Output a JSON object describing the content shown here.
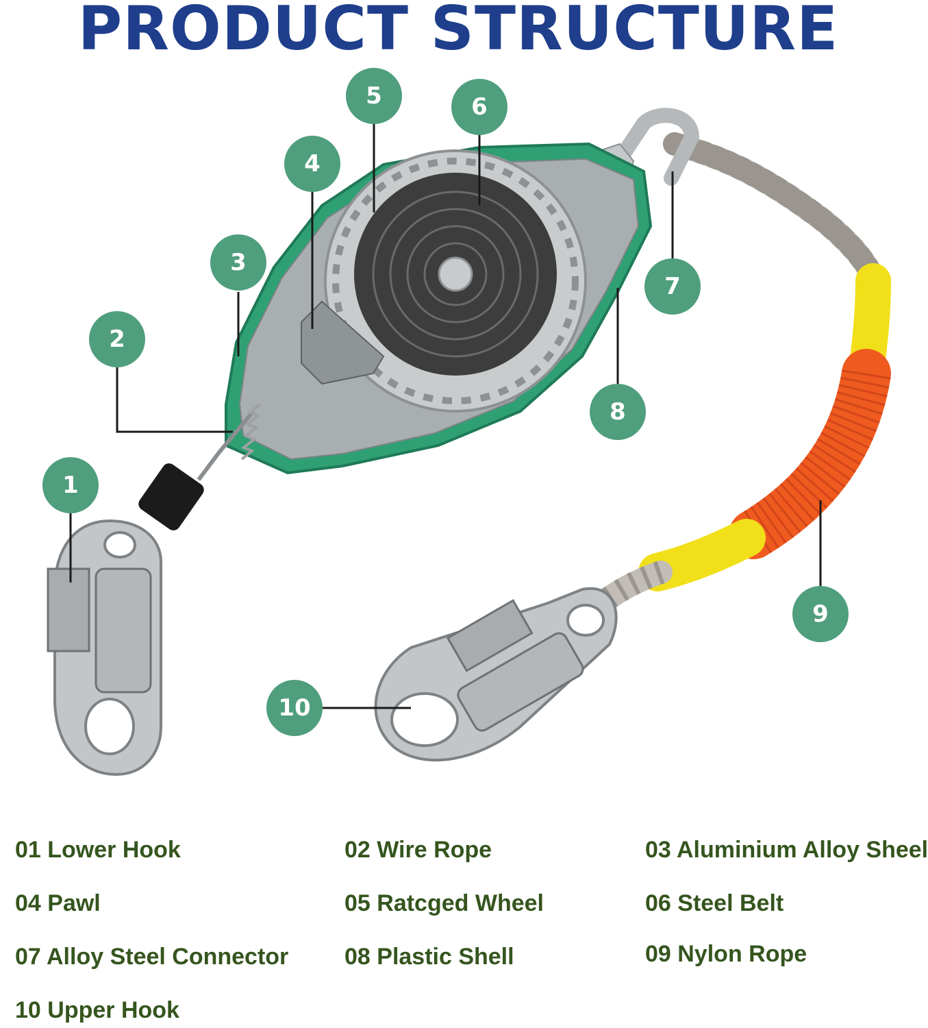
{
  "title": "PRODUCT STRUCTURE",
  "colors": {
    "title": "#1f3e8c",
    "badge": "#4f9e7d",
    "legend_text": "#35551e",
    "plastic_shell": "#2fa074",
    "aluminium": "#a9aeb0",
    "rope": "#c2bdb6",
    "rope_sleeve_yellow": "#f1df1a",
    "rope_sleeve_orange": "#ef5a1f"
  },
  "callouts": [
    {
      "number": "1"
    },
    {
      "number": "2"
    },
    {
      "number": "3"
    },
    {
      "number": "4"
    },
    {
      "number": "5"
    },
    {
      "number": "6"
    },
    {
      "number": "7"
    },
    {
      "number": "8"
    },
    {
      "number": "9"
    },
    {
      "number": "10"
    }
  ],
  "legend": [
    "01 Lower Hook",
    "02 Wire Rope",
    "03 Aluminium Alloy Sheel",
    "04 Pawl",
    "05 Ratcged Wheel",
    "06 Steel Belt",
    "07 Alloy Steel Connector",
    "08 Plastic Shell",
    "09 Nylon Rope",
    "10 Upper Hook"
  ]
}
